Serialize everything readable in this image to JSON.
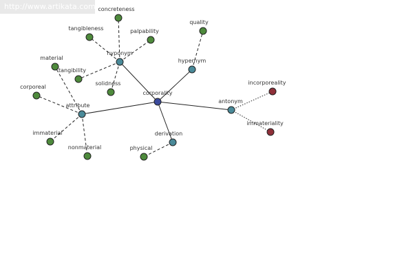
{
  "watermark": "http://www.artikata.com",
  "colors": {
    "center": "#3b4a9c",
    "relation": "#4a8a99",
    "synonym": "#4e8a3c",
    "antonym_term": "#8f3039",
    "edge": "#222222"
  },
  "graph": {
    "nodes": [
      {
        "id": "corporality",
        "label": "corporality",
        "kind": "center"
      },
      {
        "id": "hyponym",
        "label": "hyponym",
        "kind": "relation"
      },
      {
        "id": "hypernym",
        "label": "hypernym",
        "kind": "relation"
      },
      {
        "id": "antonym",
        "label": "antonym",
        "kind": "relation"
      },
      {
        "id": "attribute",
        "label": "attribute",
        "kind": "relation"
      },
      {
        "id": "derivation",
        "label": "derivation",
        "kind": "relation"
      },
      {
        "id": "concreteness",
        "label": "concreteness",
        "kind": "synonym"
      },
      {
        "id": "tangibleness",
        "label": "tangibleness",
        "kind": "synonym"
      },
      {
        "id": "palpability",
        "label": "palpability",
        "kind": "synonym"
      },
      {
        "id": "tangibility",
        "label": "tangibility",
        "kind": "synonym"
      },
      {
        "id": "solidness",
        "label": "solidness",
        "kind": "synonym"
      },
      {
        "id": "quality",
        "label": "quality",
        "kind": "synonym"
      },
      {
        "id": "material",
        "label": "material",
        "kind": "synonym"
      },
      {
        "id": "corporeal",
        "label": "corporeal",
        "kind": "synonym"
      },
      {
        "id": "immaterial",
        "label": "immaterial",
        "kind": "synonym"
      },
      {
        "id": "nonmaterial",
        "label": "nonmaterial",
        "kind": "synonym"
      },
      {
        "id": "physical",
        "label": "physical",
        "kind": "synonym"
      },
      {
        "id": "incorporeality",
        "label": "incorporeality",
        "kind": "antonym_term"
      },
      {
        "id": "immateriality",
        "label": "immateriality",
        "kind": "antonym_term"
      }
    ],
    "edges": [
      {
        "from": "corporality",
        "to": "hyponym",
        "style": "solid"
      },
      {
        "from": "corporality",
        "to": "hypernym",
        "style": "solid"
      },
      {
        "from": "corporality",
        "to": "antonym",
        "style": "solid"
      },
      {
        "from": "corporality",
        "to": "attribute",
        "style": "solid"
      },
      {
        "from": "corporality",
        "to": "derivation",
        "style": "solid"
      },
      {
        "from": "hyponym",
        "to": "concreteness",
        "style": "dashed"
      },
      {
        "from": "hyponym",
        "to": "tangibleness",
        "style": "dashed"
      },
      {
        "from": "hyponym",
        "to": "palpability",
        "style": "dashed"
      },
      {
        "from": "hyponym",
        "to": "tangibility",
        "style": "dashed"
      },
      {
        "from": "hyponym",
        "to": "solidness",
        "style": "dashed"
      },
      {
        "from": "hypernym",
        "to": "quality",
        "style": "dashed"
      },
      {
        "from": "attribute",
        "to": "material",
        "style": "dashed"
      },
      {
        "from": "attribute",
        "to": "corporeal",
        "style": "dashed"
      },
      {
        "from": "attribute",
        "to": "immaterial",
        "style": "dashed"
      },
      {
        "from": "attribute",
        "to": "nonmaterial",
        "style": "dashed"
      },
      {
        "from": "derivation",
        "to": "physical",
        "style": "dashed"
      },
      {
        "from": "antonym",
        "to": "incorporeality",
        "style": "dotted"
      },
      {
        "from": "antonym",
        "to": "immateriality",
        "style": "dotted"
      }
    ]
  }
}
